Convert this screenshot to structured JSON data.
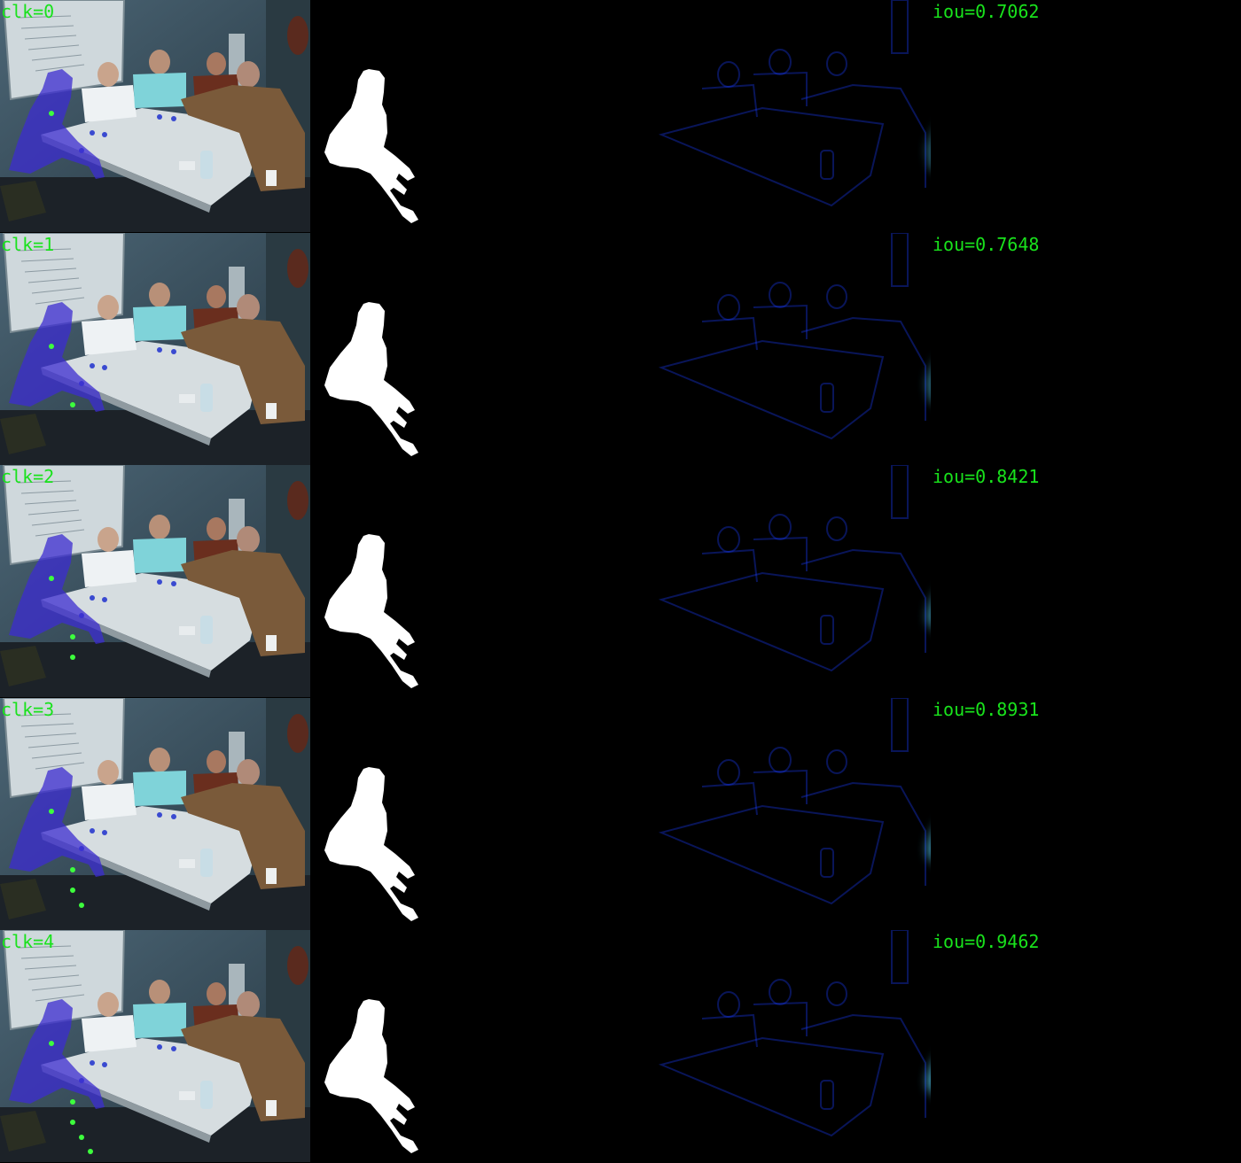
{
  "colors": {
    "label_green": "#19e21c",
    "click_dot": "#3dff3d",
    "mask_white": "#ffffff",
    "pred_cyan": "#57d6ff",
    "pred_blue": "#1a3cff",
    "err_red": "#ff2020",
    "err_blue": "#1c1cff"
  },
  "rows": [
    {
      "clk_label": "clk=0",
      "iou_label": "iou=0.7062",
      "clicks": 1
    },
    {
      "clk_label": "clk=1",
      "iou_label": "iou=0.7648",
      "clicks": 2
    },
    {
      "clk_label": "clk=2",
      "iou_label": "iou=0.8421",
      "clicks": 3
    },
    {
      "clk_label": "clk=3",
      "iou_label": "iou=0.8931",
      "clicks": 4
    },
    {
      "clk_label": "clk=4",
      "iou_label": "iou=0.9462",
      "clicks": 5
    }
  ]
}
